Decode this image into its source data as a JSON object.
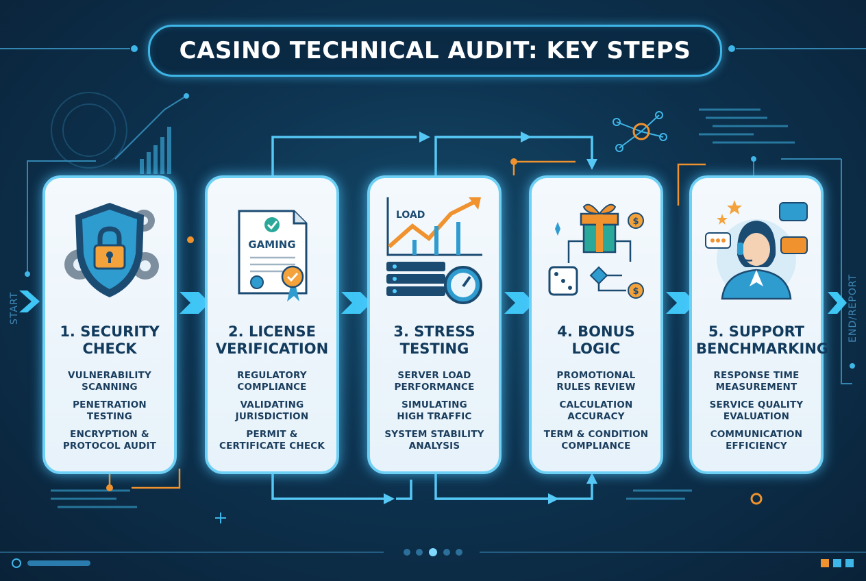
{
  "title": "CASINO TECHNICAL AUDIT: KEY STEPS",
  "start_label": "START",
  "end_label": "END/REPORT",
  "steps": [
    {
      "title_line1": "1. SECURITY",
      "title_line2": "CHECK",
      "items": [
        [
          "VULNERABILITY",
          "SCANNING"
        ],
        [
          "PENETRATION",
          "TESTING"
        ],
        [
          "ENCRYPTION &",
          "PROTOCOL AUDIT"
        ]
      ]
    },
    {
      "title_line1": "2. LICENSE",
      "title_line2": "VERIFICATION",
      "icon_text": "GAMING",
      "items": [
        [
          "REGULATORY",
          "COMPLIANCE"
        ],
        [
          "VALIDATING",
          "JURISDICTION"
        ],
        [
          "PERMIT &",
          "CERTIFICATE CHECK"
        ]
      ]
    },
    {
      "title_line1": "3. STRESS",
      "title_line2": "TESTING",
      "icon_text": "LOAD",
      "items": [
        [
          "SERVER LOAD",
          "PERFORMANCE"
        ],
        [
          "SIMULATING",
          "HIGH TRAFFIC"
        ],
        [
          "SYSTEM STABILITY",
          "ANALYSIS"
        ]
      ]
    },
    {
      "title_line1": "4. BONUS",
      "title_line2": "LOGIC",
      "items": [
        [
          "PROMOTIONAL",
          "RULES REVIEW"
        ],
        [
          "CALCULATION",
          "ACCURACY"
        ],
        [
          "TERM & CONDITION",
          "COMPLIANCE"
        ]
      ]
    },
    {
      "title_line1": "5. SUPPORT",
      "title_line2": "BENCHMARKING",
      "items": [
        [
          "RESPONSE TIME",
          "MEASUREMENT"
        ],
        [
          "SERVICE QUALITY",
          "EVALUATION"
        ],
        [
          "COMMUNICATION",
          "EFFICIENCY"
        ]
      ]
    }
  ],
  "colors": {
    "accent": "#3fb6e8",
    "glow": "#6fd0f5",
    "orange": "#f0922e",
    "navy": "#123a5c"
  }
}
